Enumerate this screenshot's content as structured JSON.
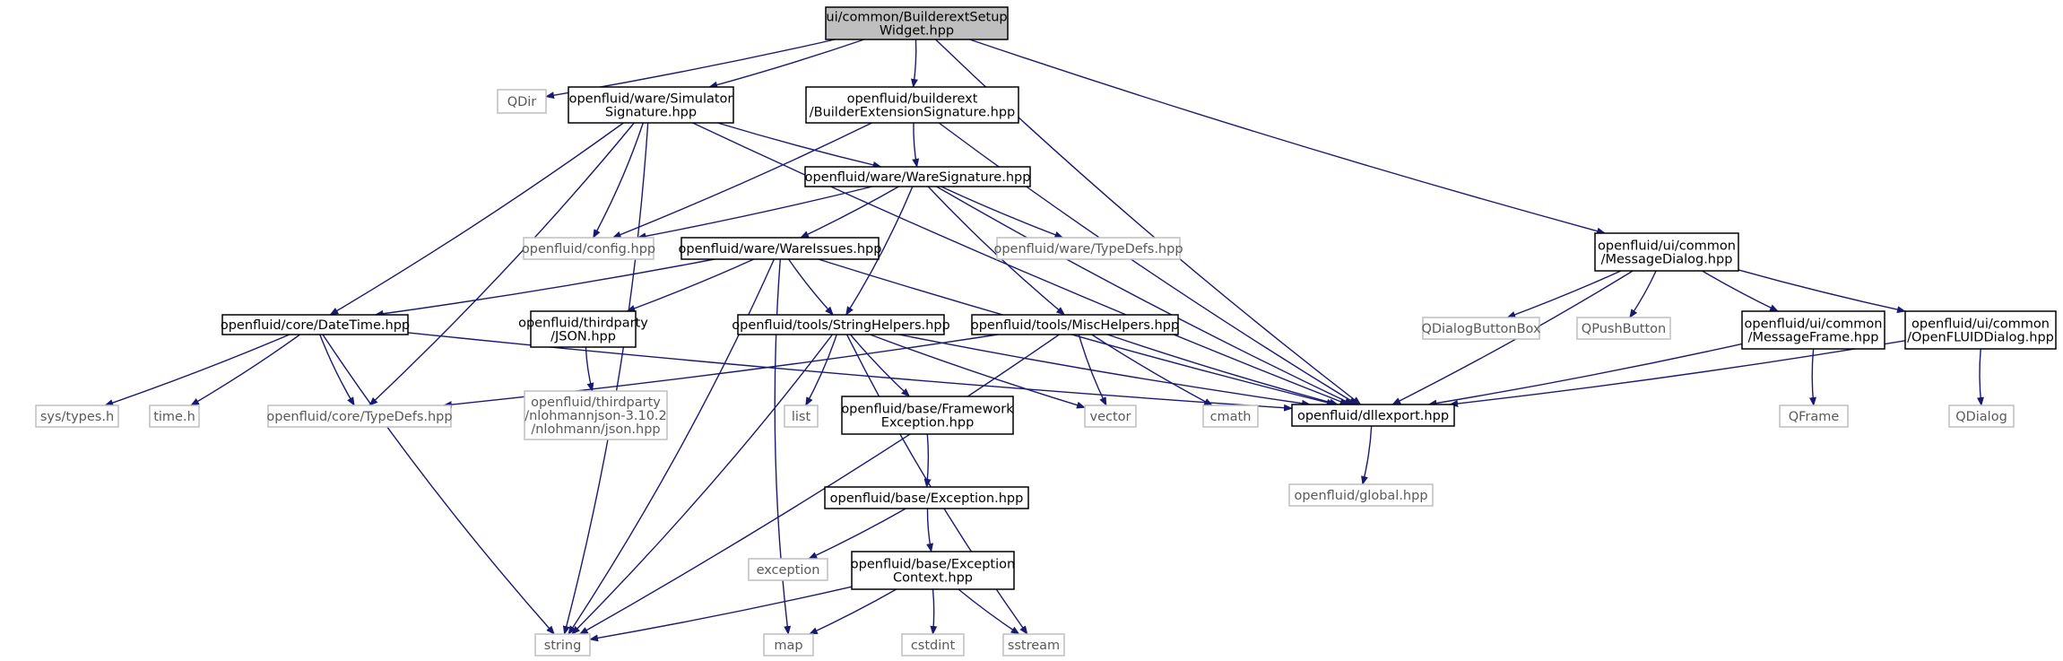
{
  "colors": {
    "edge": "#191970",
    "node_border": "#000000",
    "external_border": "#bfbfbf",
    "root_fill": "#bfbfbf",
    "text": "#000000",
    "external_text": "#595959"
  },
  "nodes": {
    "root": {
      "lines": [
        "ui/common/BuilderextSetup",
        "Widget.hpp"
      ],
      "kind": "root"
    },
    "qdir": {
      "lines": [
        "QDir"
      ],
      "kind": "external"
    },
    "simsig": {
      "lines": [
        "openfluid/ware/Simulator",
        "Signature.hpp"
      ],
      "kind": "internal"
    },
    "buildersig": {
      "lines": [
        "openfluid/builderext",
        "/BuilderExtensionSignature.hpp"
      ],
      "kind": "internal"
    },
    "waresig": {
      "lines": [
        "openfluid/ware/WareSignature.hpp"
      ],
      "kind": "internal"
    },
    "config": {
      "lines": [
        "openfluid/config.hpp"
      ],
      "kind": "external"
    },
    "wareissues": {
      "lines": [
        "openfluid/ware/WareIssues.hpp"
      ],
      "kind": "internal"
    },
    "waretypedefs": {
      "lines": [
        "openfluid/ware/TypeDefs.hpp"
      ],
      "kind": "external"
    },
    "datetime": {
      "lines": [
        "openfluid/core/DateTime.hpp"
      ],
      "kind": "internal"
    },
    "json": {
      "lines": [
        "openfluid/thirdparty",
        "/JSON.hpp"
      ],
      "kind": "internal"
    },
    "stringhelpers": {
      "lines": [
        "openfluid/tools/StringHelpers.hpp"
      ],
      "kind": "internal"
    },
    "mischelpers": {
      "lines": [
        "openfluid/tools/MiscHelpers.hpp"
      ],
      "kind": "internal"
    },
    "msgdialog": {
      "lines": [
        "openfluid/ui/common",
        "/MessageDialog.hpp"
      ],
      "kind": "internal"
    },
    "systypes": {
      "lines": [
        "sys/types.h"
      ],
      "kind": "external"
    },
    "timeh": {
      "lines": [
        "time.h"
      ],
      "kind": "external"
    },
    "coretypedefs": {
      "lines": [
        "openfluid/core/TypeDefs.hpp"
      ],
      "kind": "external"
    },
    "nlohmann": {
      "lines": [
        "openfluid/thirdparty",
        "/nlohmannjson-3.10.2",
        "/nlohmann/json.hpp"
      ],
      "kind": "external"
    },
    "list": {
      "lines": [
        "list"
      ],
      "kind": "external"
    },
    "frameworkexc": {
      "lines": [
        "openfluid/base/Framework",
        "Exception.hpp"
      ],
      "kind": "internal"
    },
    "vector": {
      "lines": [
        "vector"
      ],
      "kind": "external"
    },
    "cmath": {
      "lines": [
        "cmath"
      ],
      "kind": "external"
    },
    "dllexport": {
      "lines": [
        "openfluid/dllexport.hpp"
      ],
      "kind": "internal"
    },
    "qdialogbuttonbox": {
      "lines": [
        "QDialogButtonBox"
      ],
      "kind": "external"
    },
    "qpushbutton": {
      "lines": [
        "QPushButton"
      ],
      "kind": "external"
    },
    "msgframe": {
      "lines": [
        "openfluid/ui/common",
        "/MessageFrame.hpp"
      ],
      "kind": "internal"
    },
    "ofdialog": {
      "lines": [
        "openfluid/ui/common",
        "/OpenFLUIDDialog.hpp"
      ],
      "kind": "internal"
    },
    "exception_h": {
      "lines": [
        "openfluid/base/Exception.hpp"
      ],
      "kind": "internal"
    },
    "global": {
      "lines": [
        "openfluid/global.hpp"
      ],
      "kind": "external"
    },
    "qframe": {
      "lines": [
        "QFrame"
      ],
      "kind": "external"
    },
    "qdialog": {
      "lines": [
        "QDialog"
      ],
      "kind": "external"
    },
    "exception": {
      "lines": [
        "exception"
      ],
      "kind": "external"
    },
    "exccontext": {
      "lines": [
        "openfluid/base/Exception",
        "Context.hpp"
      ],
      "kind": "internal"
    },
    "string": {
      "lines": [
        "string"
      ],
      "kind": "external"
    },
    "map": {
      "lines": [
        "map"
      ],
      "kind": "external"
    },
    "cstdint": {
      "lines": [
        "cstdint"
      ],
      "kind": "external"
    },
    "sstream": {
      "lines": [
        "sstream"
      ],
      "kind": "external"
    }
  },
  "edges": [
    [
      "root",
      "qdir"
    ],
    [
      "root",
      "simsig"
    ],
    [
      "root",
      "buildersig"
    ],
    [
      "root",
      "dllexport"
    ],
    [
      "root",
      "msgdialog"
    ],
    [
      "simsig",
      "waresig"
    ],
    [
      "simsig",
      "config"
    ],
    [
      "simsig",
      "datetime"
    ],
    [
      "simsig",
      "coretypedefs"
    ],
    [
      "simsig",
      "dllexport"
    ],
    [
      "simsig",
      "string"
    ],
    [
      "buildersig",
      "waresig"
    ],
    [
      "buildersig",
      "config"
    ],
    [
      "buildersig",
      "dllexport"
    ],
    [
      "waresig",
      "config"
    ],
    [
      "waresig",
      "wareissues"
    ],
    [
      "waresig",
      "waretypedefs"
    ],
    [
      "waresig",
      "stringhelpers"
    ],
    [
      "waresig",
      "mischelpers"
    ],
    [
      "waresig",
      "dllexport"
    ],
    [
      "wareissues",
      "datetime"
    ],
    [
      "wareissues",
      "json"
    ],
    [
      "wareissues",
      "stringhelpers"
    ],
    [
      "wareissues",
      "dllexport"
    ],
    [
      "wareissues",
      "string"
    ],
    [
      "wareissues",
      "map"
    ],
    [
      "datetime",
      "systypes"
    ],
    [
      "datetime",
      "timeh"
    ],
    [
      "datetime",
      "coretypedefs"
    ],
    [
      "datetime",
      "dllexport"
    ],
    [
      "datetime",
      "string"
    ],
    [
      "json",
      "nlohmann"
    ],
    [
      "stringhelpers",
      "list"
    ],
    [
      "stringhelpers",
      "frameworkexc"
    ],
    [
      "stringhelpers",
      "vector"
    ],
    [
      "stringhelpers",
      "dllexport"
    ],
    [
      "stringhelpers",
      "string"
    ],
    [
      "stringhelpers",
      "sstream"
    ],
    [
      "mischelpers",
      "coretypedefs"
    ],
    [
      "mischelpers",
      "vector"
    ],
    [
      "mischelpers",
      "cmath"
    ],
    [
      "mischelpers",
      "dllexport"
    ],
    [
      "mischelpers",
      "string"
    ],
    [
      "frameworkexc",
      "exception_h"
    ],
    [
      "exception_h",
      "exception"
    ],
    [
      "exception_h",
      "exccontext"
    ],
    [
      "exccontext",
      "string"
    ],
    [
      "exccontext",
      "map"
    ],
    [
      "exccontext",
      "cstdint"
    ],
    [
      "exccontext",
      "sstream"
    ],
    [
      "msgdialog",
      "qdialogbuttonbox"
    ],
    [
      "msgdialog",
      "qpushbutton"
    ],
    [
      "msgdialog",
      "msgframe"
    ],
    [
      "msgdialog",
      "ofdialog"
    ],
    [
      "msgdialog",
      "dllexport"
    ],
    [
      "msgframe",
      "qframe"
    ],
    [
      "msgframe",
      "dllexport"
    ],
    [
      "ofdialog",
      "qdialog"
    ],
    [
      "ofdialog",
      "dllexport"
    ],
    [
      "dllexport",
      "global"
    ]
  ]
}
